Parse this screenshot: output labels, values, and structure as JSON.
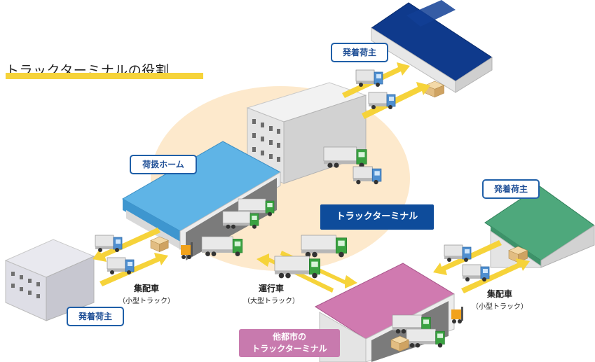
{
  "title": "トラックターミナルの役割",
  "labels": {
    "shipper_top": "発着荷主",
    "shipper_right": "発着荷主",
    "shipper_left": "発着荷主",
    "loading_platform": "荷扱ホーム",
    "truck_terminal": "トラックターミナル",
    "other_terminal_line1": "他都市の",
    "other_terminal_line2": "トラックターミナル",
    "collection_left": "集配車",
    "collection_left_sub": "（小型トラック）",
    "collection_right": "集配車",
    "collection_right_sub": "（小型トラック）",
    "line_haul": "運行車",
    "line_haul_sub": "（大型トラック）"
  },
  "colors": {
    "title_underline": "#f6d33a",
    "terminal_area": "#fde9cc",
    "arrow_yellow": "#f6d33a",
    "tag_border": "#1f5fa8",
    "terminal_label_bg": "#0e4c9b",
    "other_terminal_label_bg": "#c87aae",
    "roof_blue_light": "#5fb4e6",
    "roof_navy": "#0f3a8c",
    "roof_green": "#4ea87c",
    "roof_pink": "#d07ab0",
    "truck_cab_green": "#3aa241",
    "truck_cab_blue": "#4f8fd0"
  },
  "icons": [
    "truck-icon",
    "forklift-icon",
    "cargo-box-icon",
    "warehouse-icon",
    "office-building-icon",
    "arrow-icon"
  ]
}
